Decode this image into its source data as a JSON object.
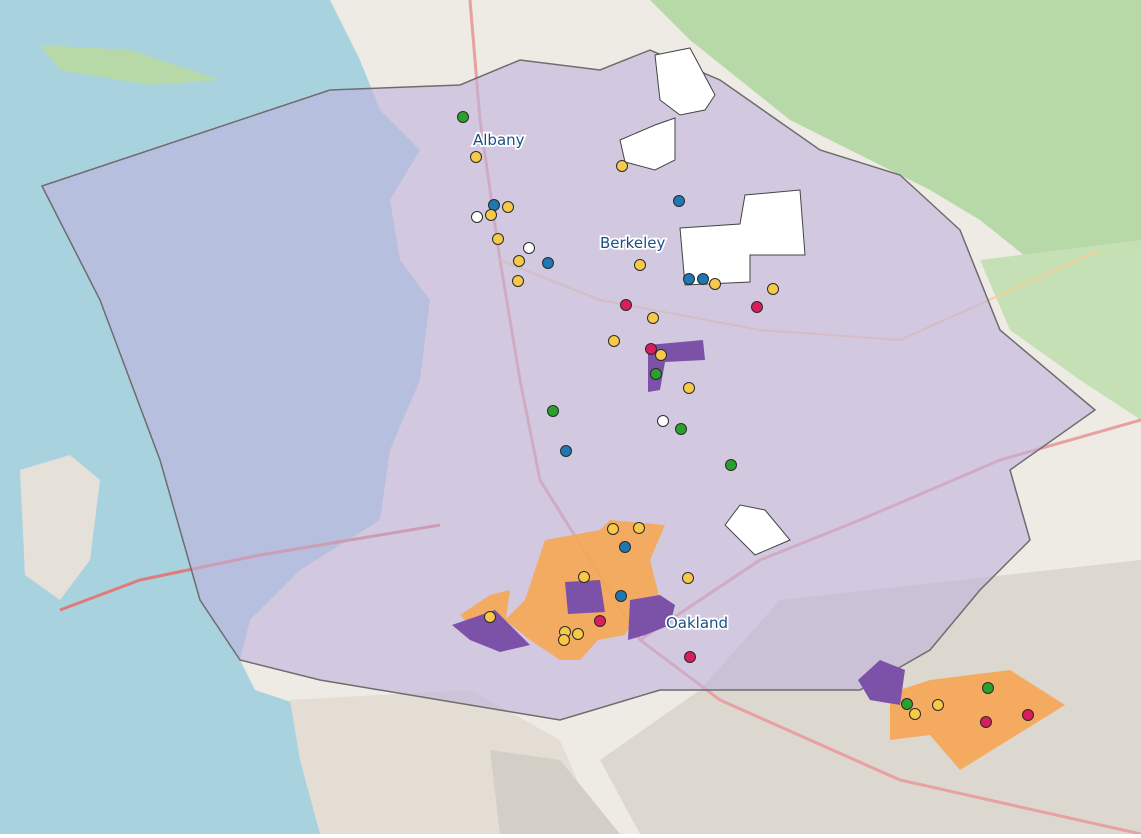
{
  "map": {
    "labels": [
      {
        "id": "albany",
        "text": "Albany"
      },
      {
        "id": "berkeley",
        "text": "Berkeley"
      },
      {
        "id": "oakland",
        "text": "Oakland"
      }
    ],
    "colors": {
      "water": "#a9d2df",
      "land": "#eeebe5",
      "park": "#b7d9a8",
      "urban": "#dcd7cf",
      "study_area": "#bfb2dc",
      "orange_zone": "#f6a653",
      "purple_zone": "#7c52a8",
      "marker_yellow": "#f7c948",
      "marker_blue": "#1f77b4",
      "marker_red": "#d81e5b",
      "marker_green": "#2ca02c",
      "marker_white": "#ffffff"
    },
    "marker_categories": [
      "yellow",
      "blue",
      "red",
      "green",
      "white"
    ]
  }
}
